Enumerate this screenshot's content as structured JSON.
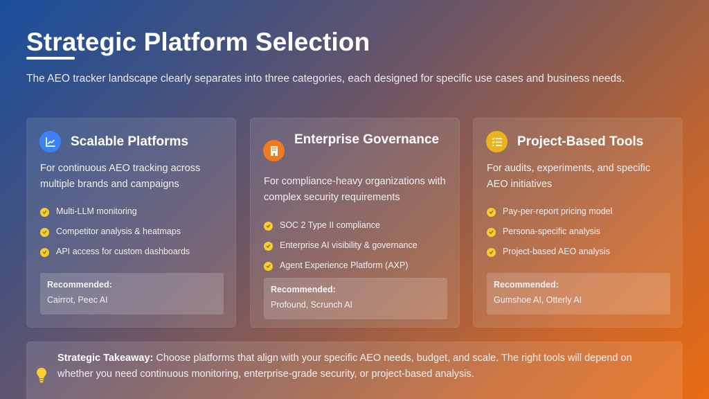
{
  "header": {
    "title": "Strategic Platform Selection",
    "subtitle": "The AEO tracker landscape clearly separates into three categories, each designed for specific use cases and business needs."
  },
  "colors": {
    "background_start": "#1a4f9c",
    "background_end": "#e96b12",
    "scalable_icon": "#3b82f6",
    "enterprise_icon": "#f07a1d",
    "project_icon": "#e8b51e",
    "check": "#f6cc2e",
    "bulb": "#f7d02c"
  },
  "cards": [
    {
      "icon": "chart-line-icon",
      "title": "Scalable Platforms",
      "description": "For continuous AEO tracking across multiple brands and campaigns",
      "features": [
        "Multi-LLM monitoring",
        "Competitor analysis & heatmaps",
        "API access for custom dashboards"
      ],
      "recommended_label": "Recommended:",
      "recommended_value": "Cairrot, Peec AI"
    },
    {
      "icon": "building-icon",
      "title": "Enterprise Governance",
      "description": "For compliance-heavy organizations with complex security requirements",
      "features": [
        "SOC 2 Type II compliance",
        "Enterprise AI visibility & governance",
        "Agent Experience Platform (AXP)"
      ],
      "recommended_label": "Recommended:",
      "recommended_value": "Profound, Scrunch AI"
    },
    {
      "icon": "checklist-icon",
      "title": "Project-Based Tools",
      "description": "For audits, experiments, and specific AEO initiatives",
      "features": [
        "Pay-per-report pricing model",
        "Persona-specific analysis",
        "Project-based AEO analysis"
      ],
      "recommended_label": "Recommended:",
      "recommended_value": "Gumshoe AI, Otterly AI"
    }
  ],
  "takeaway": {
    "icon": "lightbulb-icon",
    "label": "Strategic Takeaway:",
    "text": " Choose platforms that align with your specific AEO needs, budget, and scale. The right tools will depend on whether you need continuous monitoring, enterprise-grade security, or project-based analysis."
  }
}
